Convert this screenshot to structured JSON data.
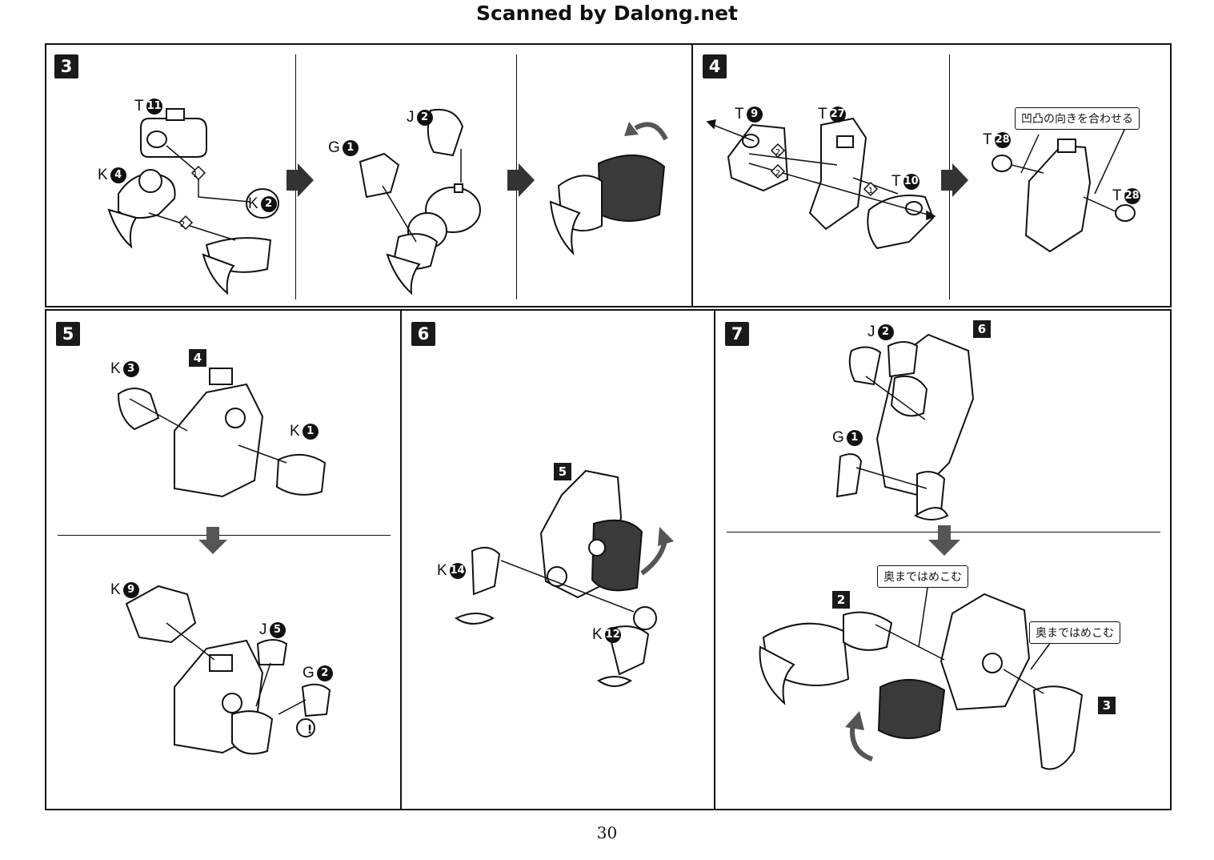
{
  "header": {
    "title": "Scanned by Dalong.net"
  },
  "page_number": "30",
  "steps": {
    "s3": {
      "num": "3",
      "labels": {
        "t11": "11",
        "k4": "4",
        "k2": "2",
        "g1": "1",
        "j2": "2"
      },
      "seq": {
        "a": "1",
        "b": "2"
      }
    },
    "s4": {
      "num": "4",
      "labels": {
        "t9": "9",
        "t27": "27",
        "t10": "10",
        "t28a": "28",
        "t28b": "28"
      },
      "seq": {
        "a": "2",
        "b": "2",
        "c": "1"
      },
      "callout": "凹凸の向きを合わせる"
    },
    "s5": {
      "num": "5",
      "labels": {
        "k3": "3",
        "k1": "1",
        "k9": "9",
        "j5": "5",
        "g2": "2"
      },
      "ref": "4"
    },
    "s6": {
      "num": "6",
      "labels": {
        "k14": "14",
        "k12": "12"
      },
      "ref": "5"
    },
    "s7": {
      "num": "7",
      "labels": {
        "j2": "2",
        "g1": "1"
      },
      "ref_top": "6",
      "ref_left": "2",
      "ref_right": "3",
      "callout1": "奥まではめこむ",
      "callout2": "奥まではめこむ"
    }
  },
  "letters": {
    "T": "T",
    "K": "K",
    "G": "G",
    "J": "J"
  },
  "warning_mark": "!"
}
